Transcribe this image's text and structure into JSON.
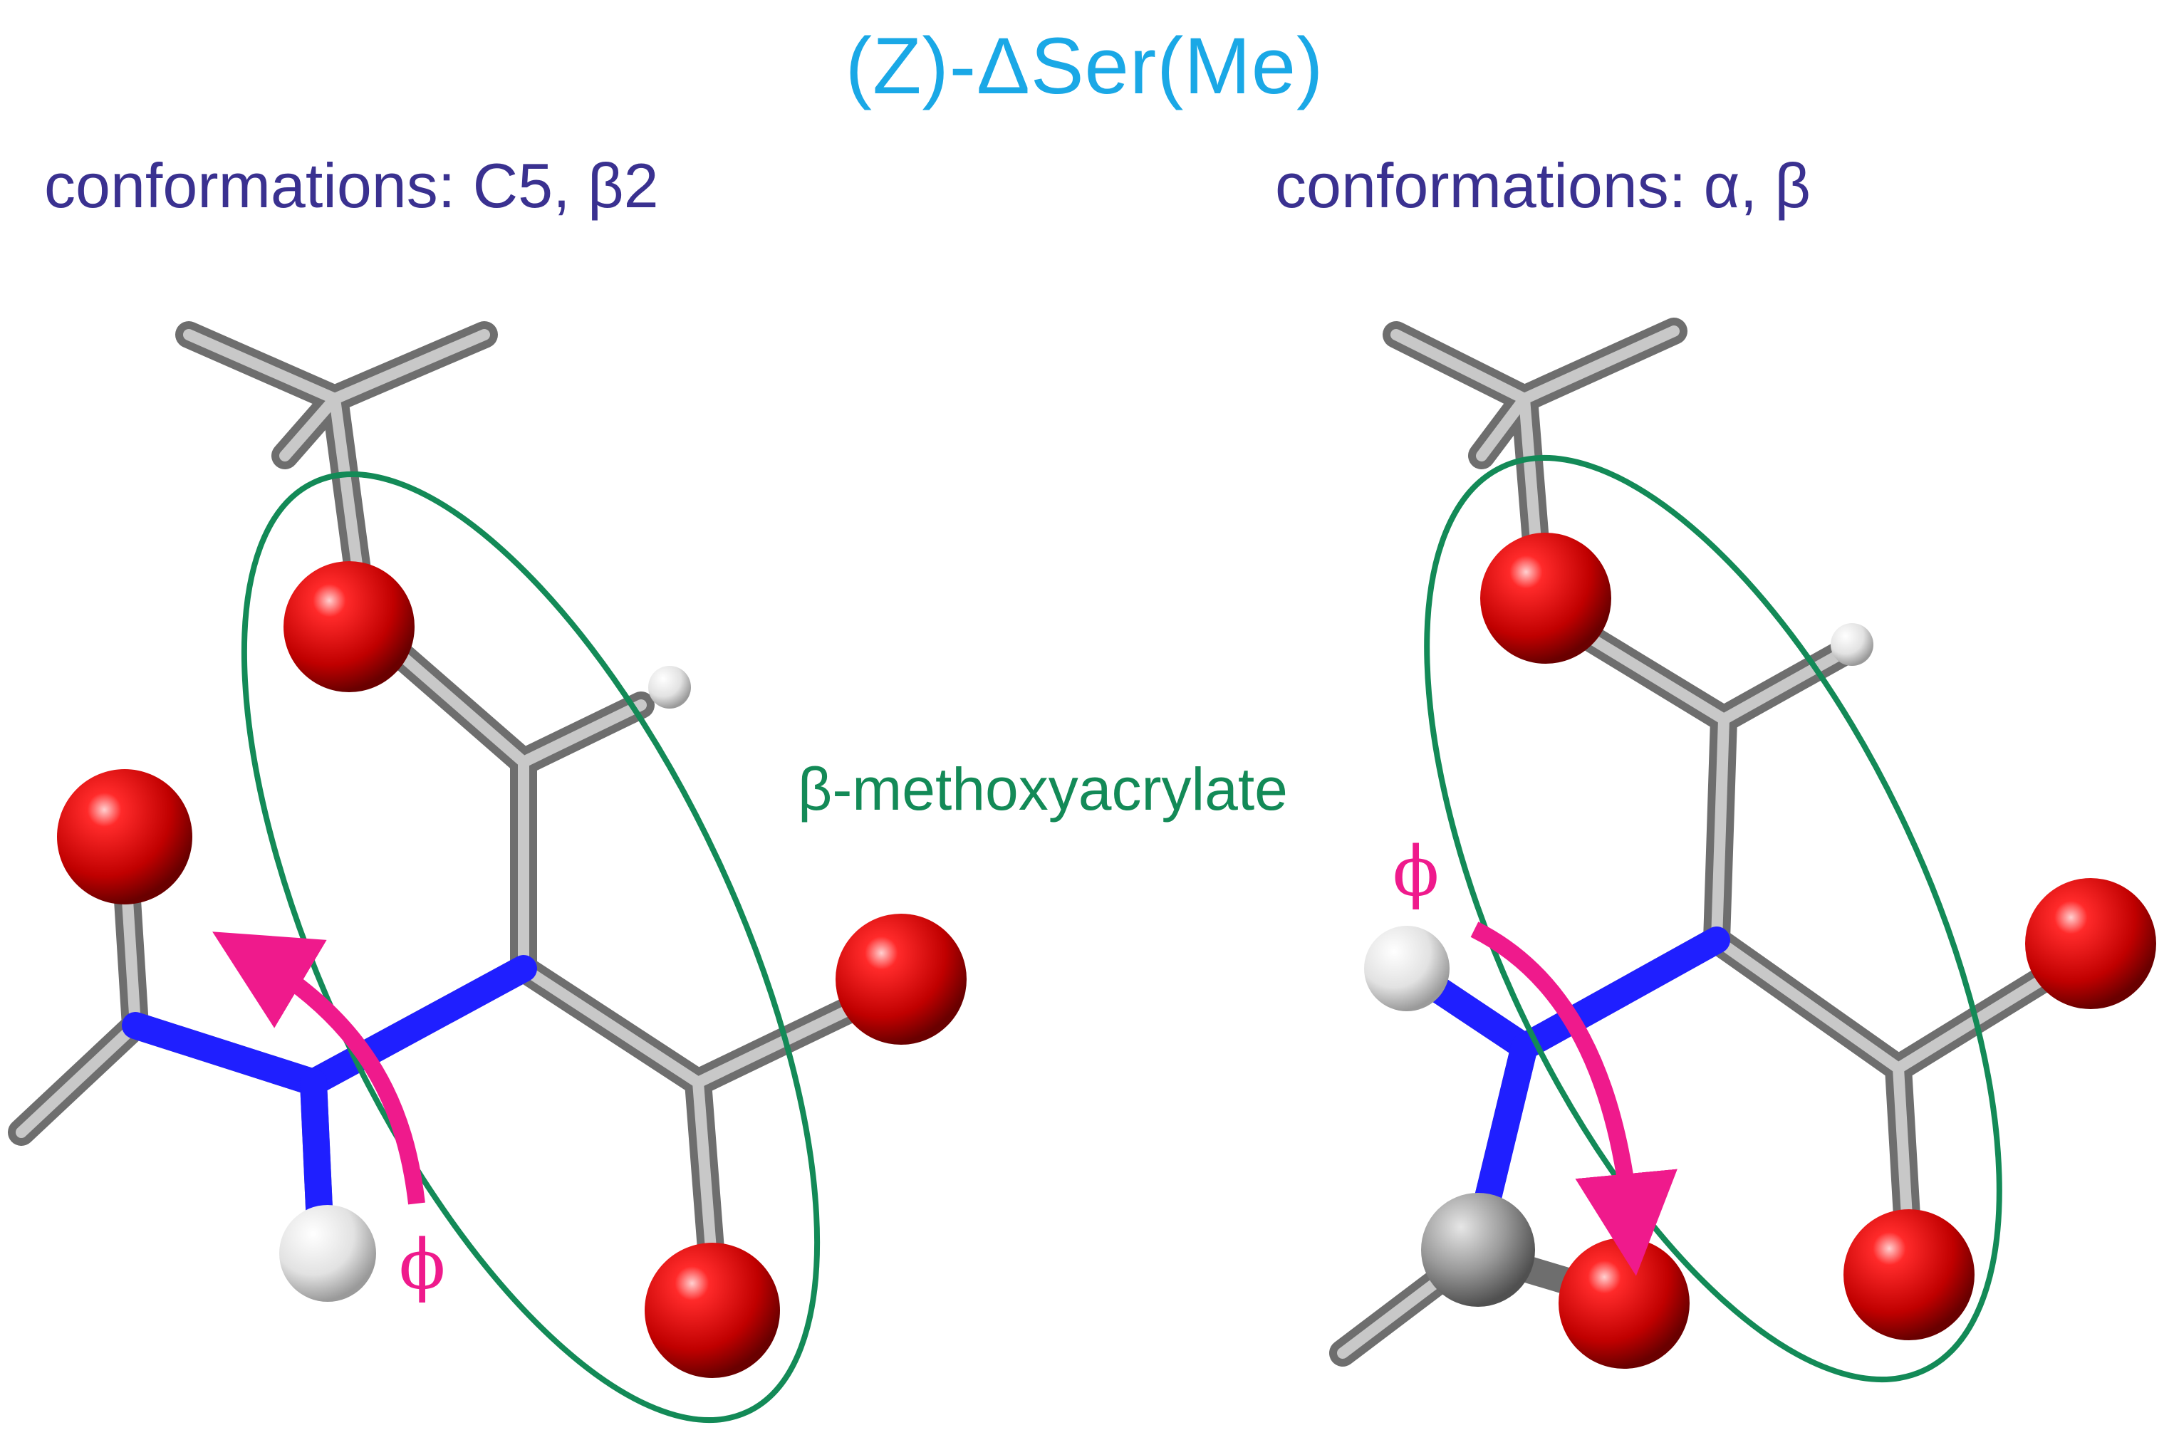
{
  "title": "(Z)-ΔSer(Me)",
  "left_panel": {
    "conformations": "conformations: C5, β2",
    "torsion_label": "ϕ"
  },
  "right_panel": {
    "conformations": "conformations: α, β",
    "torsion_label": "ϕ"
  },
  "center_label": "β-methoxyacrylate",
  "colors": {
    "title": "#1aa8e6",
    "conformation_text": "#3a3190",
    "highlight_ellipse": "#138a57",
    "torsion_arrow": "#ef1a8c",
    "oxygen": "#e00000",
    "nitrogen": "#1a1aff",
    "carbon": "#8c8c8c",
    "hydrogen": "#f2f2f2"
  }
}
